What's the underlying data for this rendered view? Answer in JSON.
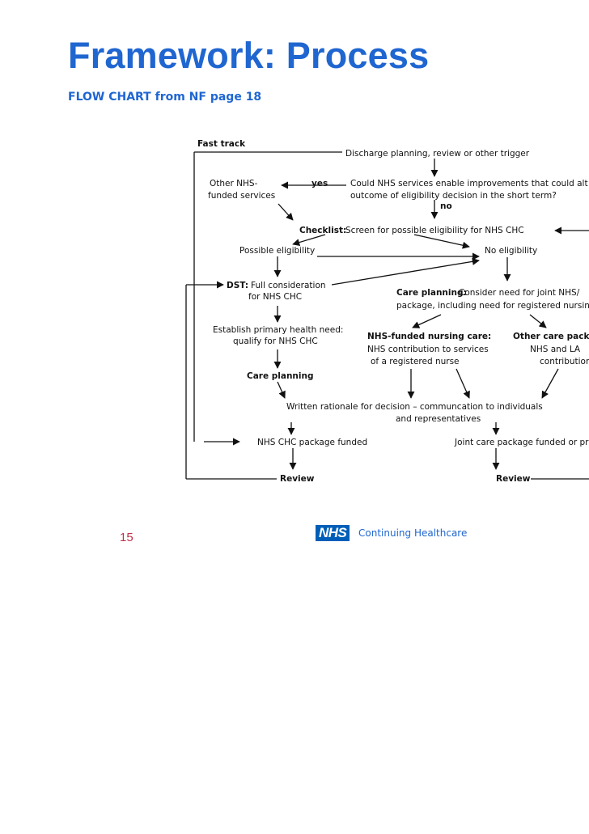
{
  "slide": {
    "title": "Framework: Process",
    "subtitle": "FLOW CHART from NF page 18"
  },
  "flowchart": {
    "fast_track": "Fast track",
    "trigger": "Discharge planning, review or other trigger",
    "other_nhs_line1": "Other NHS-",
    "other_nhs_line2": "funded services",
    "yes": "yes",
    "no": "no",
    "could_nhs_line1": "Could NHS services enable improvements that could alt",
    "could_nhs_line2": "outcome of eligibility decision in the short term?",
    "checklist_bold": "Checklist:",
    "checklist_text": "Screen for possible eligibility for NHS CHC",
    "possible_eligibility": "Possible eligibility",
    "no_eligibility": "No eligibility",
    "dst_bold": "DST:",
    "dst_line1": "Full consideration",
    "dst_line2": "for NHS CHC",
    "care_planning_joint_bold": "Care planning:",
    "care_planning_joint_line1": "Consider need for joint NHS/",
    "care_planning_joint_line2": "package, including need for registered nursin",
    "establish_line1": "Establish primary health need:",
    "establish_line2": "qualify for NHS CHC",
    "nhs_funded_nursing_bold": "NHS-funded nursing care:",
    "nhs_funded_nursing_line1": "NHS contribution to services",
    "nhs_funded_nursing_line2": "of a registered nurse",
    "other_care_bold": "Other care packag",
    "other_care_line1": "NHS and LA",
    "other_care_line2": "contribution",
    "care_planning": "Care planning",
    "written_rationale_line1": "Written rationale for decision – communcation to individuals",
    "written_rationale_line2": "and representatives",
    "nhs_chc_package": "NHS CHC package funded",
    "joint_care_package": "Joint care package funded or pr",
    "review_left": "Review",
    "review_right": "Review"
  },
  "footer": {
    "page_number": "15",
    "nhs_logo": "NHS",
    "label": "Continuing Healthcare"
  },
  "colors": {
    "title_blue": "#1f66d1",
    "page_number_red": "#c0304a",
    "nhs_blue": "#005eb8"
  }
}
